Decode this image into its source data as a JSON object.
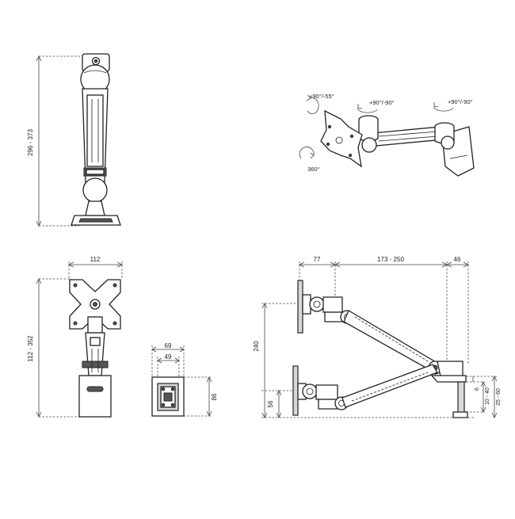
{
  "dimensions": {
    "height_range": "296 - 373",
    "plate_width": "112",
    "height_range_front": "112 - 352",
    "clamp_outer": "69",
    "clamp_inner": "49",
    "clamp_height": "86",
    "offset_left": "77",
    "arm_reach": "173 - 250",
    "offset_right": "46",
    "arm_height": "240",
    "arm_low": "56",
    "desk_gap": "6",
    "desk_thickness_a": "10 - 40",
    "desk_thickness_b": "25 - 60"
  },
  "rotations": {
    "tilt": "+90°/-55°",
    "rotate": "360°",
    "swivel_inner": "+90°/-90°",
    "swivel_outer": "+90°/-90°"
  }
}
